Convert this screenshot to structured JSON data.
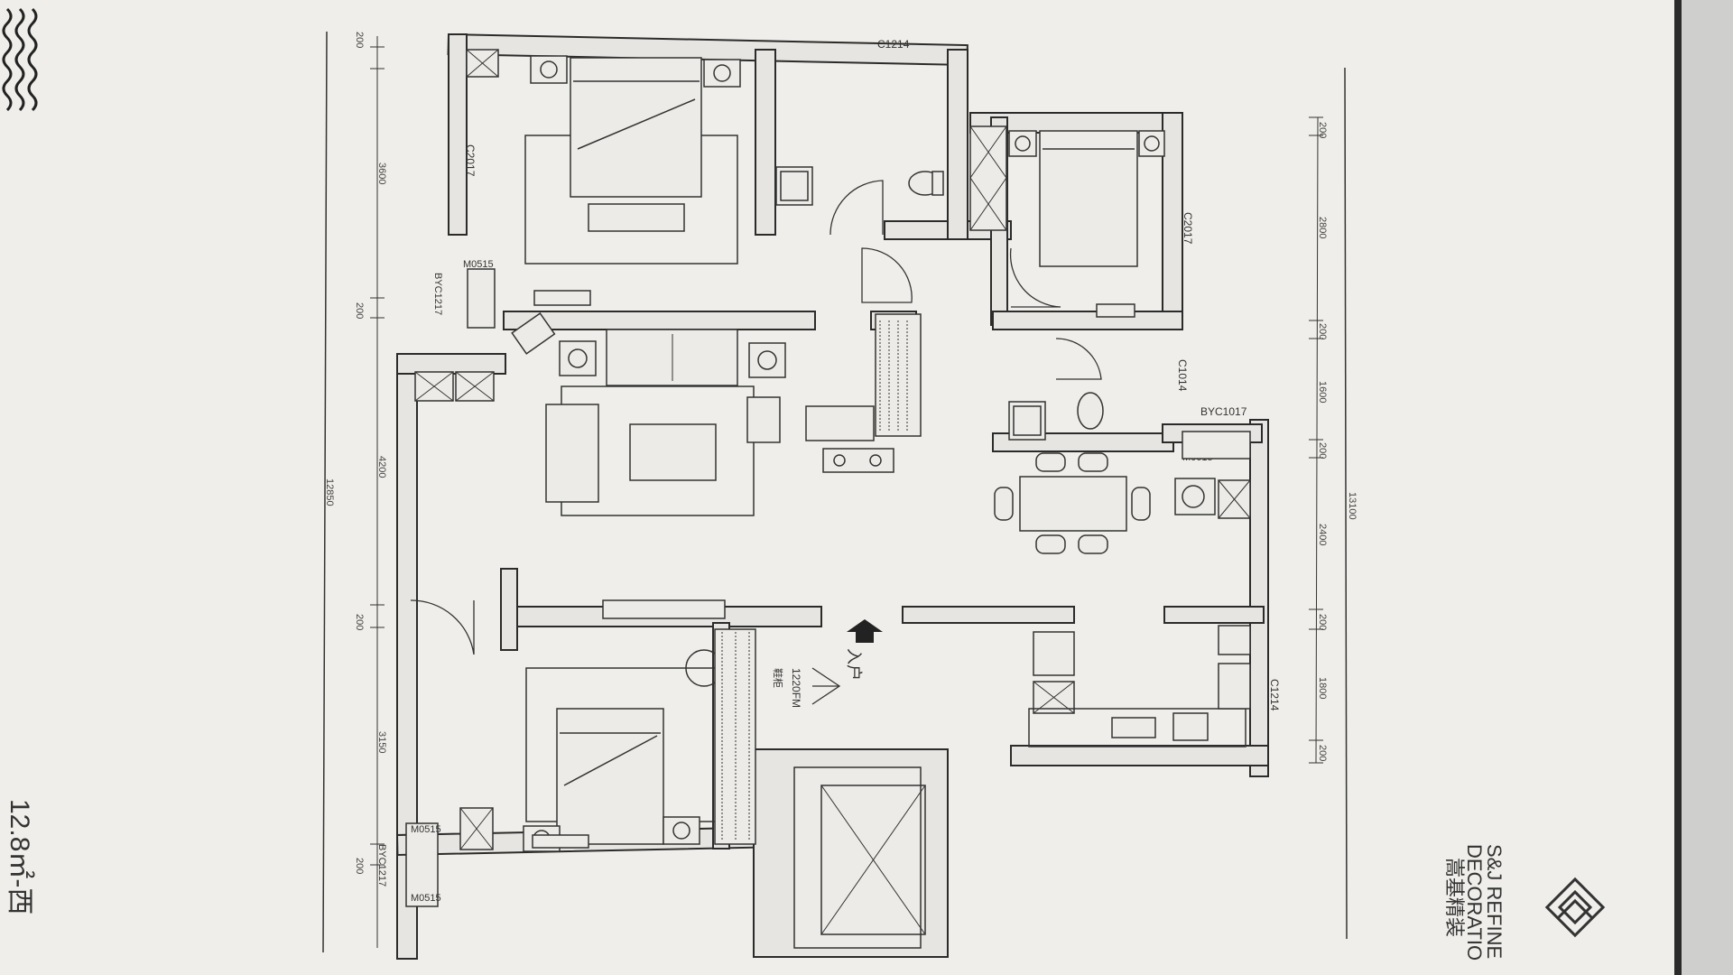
{
  "page_note": {
    "area_text": "12.8㎡-西"
  },
  "brand": {
    "line1": "S&J REFINE",
    "line2": "DECORATIO",
    "cn": "嵩基精装"
  },
  "labels": {
    "window_top": "C1214",
    "window_left_bedroom": "C2017",
    "door_m0515_upper": "M0515",
    "byc_upper": "BYC1217",
    "window_right_bedroom": "C2017",
    "window_bath": "C1014",
    "byc_mid": "BYC1017",
    "door_m0615": "M0615",
    "window_kitchen": "C1214",
    "door_entry": "1220FM",
    "entry_text": "入户",
    "shoe_cab": "鞋柜",
    "door_m0515_lower": "M0515",
    "byc_lower": "BYC1217",
    "door_m0515_lower2": "M0515"
  },
  "dims_left": [
    "200",
    "3600",
    "200",
    "4200",
    "12850",
    "200",
    "3150",
    "200"
  ],
  "dims_right": [
    "200",
    "2800",
    "200",
    "1600",
    "200",
    "2400",
    "13100",
    "200",
    "1800",
    "200"
  ],
  "colors": {
    "paper": "#f1f0ec",
    "wall_fill": "#e6e5e1",
    "line": "#2b2b2b"
  }
}
